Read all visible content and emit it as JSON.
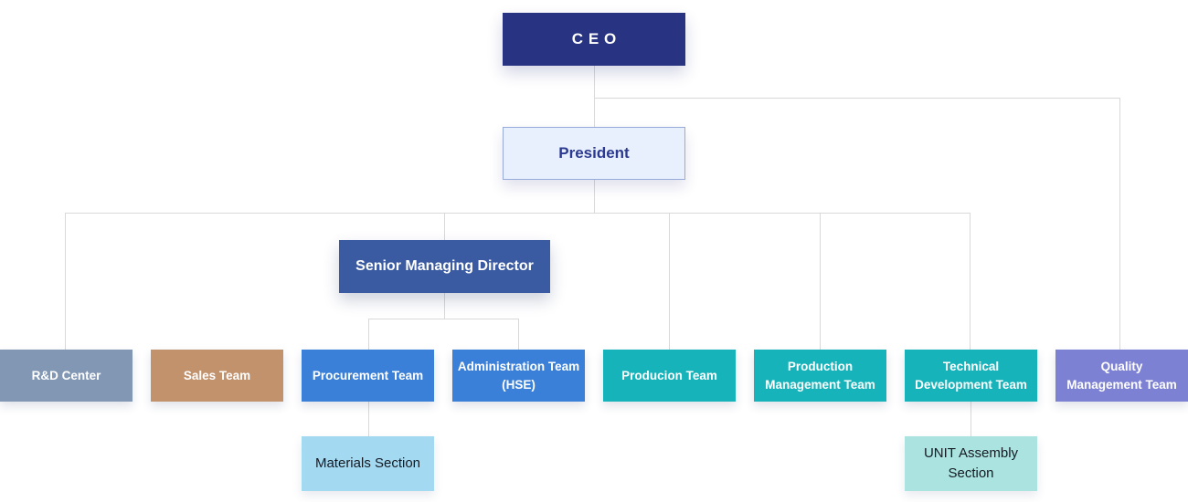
{
  "org_chart": {
    "nodes": {
      "ceo": {
        "lines": [
          "CEO"
        ]
      },
      "president": {
        "lines": [
          "President"
        ]
      },
      "senior_managing_director": {
        "lines": [
          "Senior Managing Director"
        ]
      },
      "rnd_center": {
        "lines": [
          "R&D Center"
        ]
      },
      "sales_team": {
        "lines": [
          "Sales Team"
        ]
      },
      "procurement_team": {
        "lines": [
          "Procurement Team"
        ]
      },
      "administration_team_hse": {
        "lines": [
          "Administration Team",
          "(HSE)"
        ]
      },
      "producion_team": {
        "lines": [
          "Producion Team"
        ]
      },
      "production_management_team": {
        "lines": [
          "Production",
          "Management Team"
        ]
      },
      "technical_development_team": {
        "lines": [
          "Technical",
          "Development Team"
        ]
      },
      "quality_management_team": {
        "lines": [
          "Quality",
          "Management Team"
        ]
      },
      "materials_section": {
        "lines": [
          "Materials Section"
        ]
      },
      "unit_assembly_section": {
        "lines": [
          "UNIT Assembly",
          "Section"
        ]
      }
    },
    "colors": {
      "ceo_bg": "#283482",
      "president_bg": "#e8f0fd",
      "president_border": "#96abd9",
      "president_text": "#2b3990",
      "smd_bg": "#3a5ba1",
      "rnd_bg": "#8297b4",
      "sales_bg": "#c2926d",
      "blue_team_bg": "#3b80d8",
      "teal_team_bg": "#16b3ba",
      "purple_team_bg": "#7c81d3",
      "materials_bg": "#a3d9f1",
      "unit_bg": "#aae3e0",
      "section_text": "#151a23",
      "white_text": "#ffffff",
      "connector": "#d9d9d9"
    }
  }
}
